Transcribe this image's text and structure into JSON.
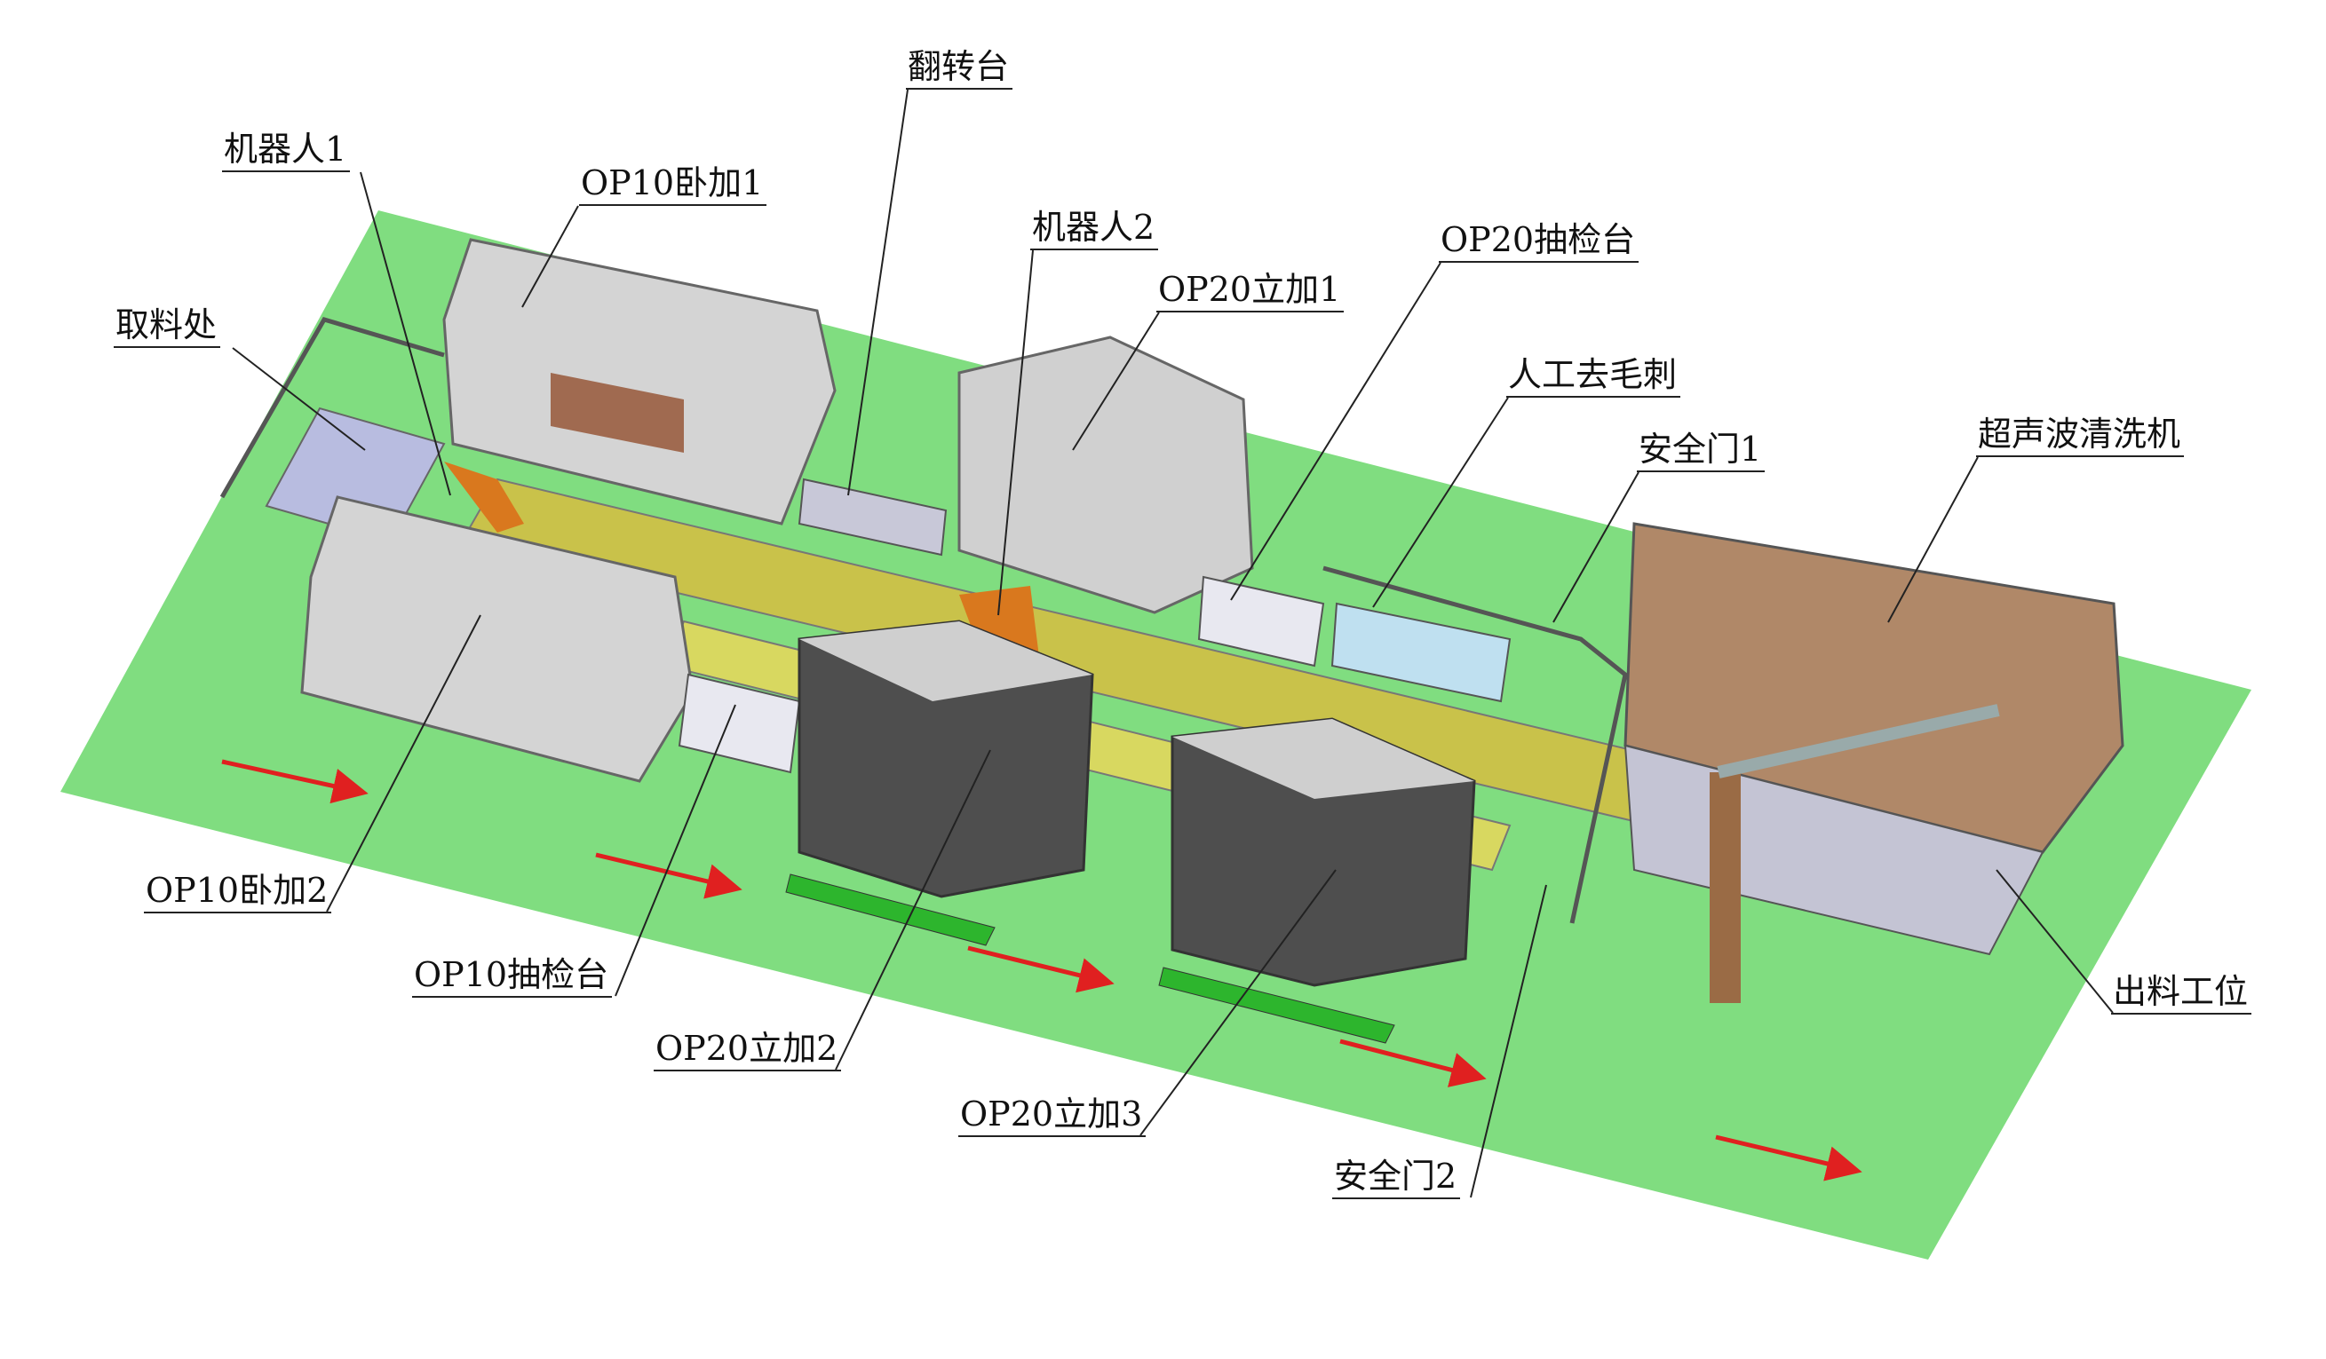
{
  "labels": {
    "flip_table": "翻转台",
    "robot1": "机器人1",
    "op10_horizontal1": "OP10卧加1",
    "robot2": "机器人2",
    "op20_vertical1": "OP20立加1",
    "op20_inspection": "OP20抽检台",
    "pickup": "取料处",
    "manual_deburr": "人工去毛刺",
    "safety_door1": "安全门1",
    "ultrasonic_cleaner": "超声波清洗机",
    "op10_horizontal2": "OP10卧加2",
    "op10_inspection": "OP10抽检台",
    "op20_vertical2": "OP20立加2",
    "op20_vertical3": "OP20立加3",
    "safety_door2": "安全门2",
    "output_station": "出料工位"
  },
  "colors": {
    "floor": "#80dd80",
    "machine": "#d4d4d4",
    "machine_dark": "#5a5a5a",
    "robot": "#d9781e",
    "conveyor": "#c8c84a",
    "arrow": "#e02020",
    "cleaner": "#b08868"
  }
}
